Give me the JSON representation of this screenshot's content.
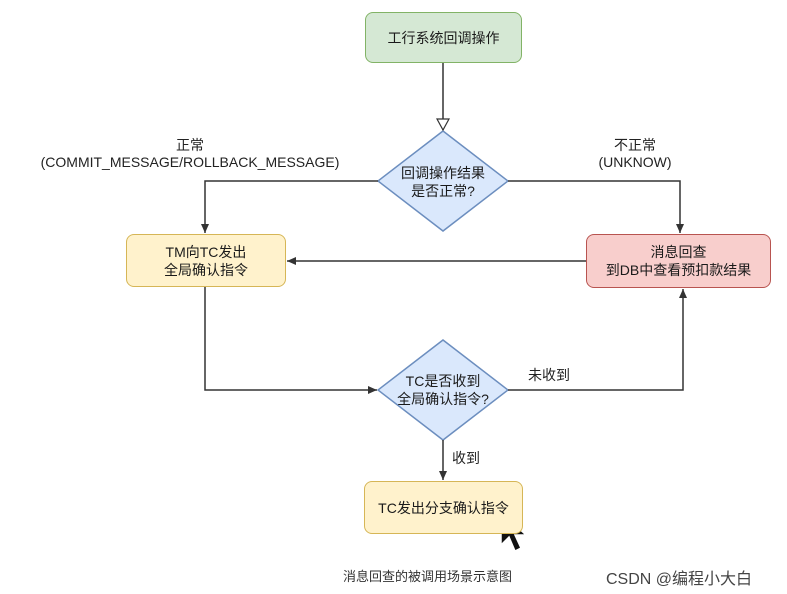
{
  "nodes": {
    "start": "工行系统回调操作",
    "decision1_line1": "回调操作结果",
    "decision1_line2": "是否正常?",
    "tm_line1": "TM向TC发出",
    "tm_line2": "全局确认指令",
    "check_line1": "消息回查",
    "check_line2": "到DB中查看预扣款结果",
    "decision2_line1": "TC是否收到",
    "decision2_line2": "全局确认指令?",
    "final": "TC发出分支确认指令"
  },
  "edge_labels": {
    "normal_line1": "正常",
    "normal_line2": "(COMMIT_MESSAGE/ROLLBACK_MESSAGE)",
    "abnormal_line1": "不正常",
    "abnormal_line2": "(UNKNOW)",
    "not_received": "未收到",
    "received": "收到"
  },
  "caption": "消息回查的被调用场景示意图",
  "watermark": "CSDN @编程小大白",
  "colors": {
    "green_fill": "#d5e8d4",
    "green_stroke": "#82b366",
    "yellow_fill": "#fff2cc",
    "yellow_stroke": "#d6b656",
    "red_fill": "#f8cecc",
    "red_stroke": "#b85450",
    "diamond_fill": "#dae8fc",
    "diamond_stroke": "#6c8ebf",
    "line": "#333333"
  }
}
